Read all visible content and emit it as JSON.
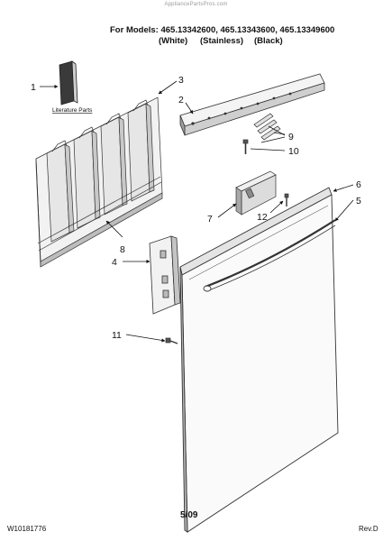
{
  "watermark": "AppliancePartsPros.com",
  "header": {
    "models_line": "For Models: 465.13342600, 465.13343600, 465.13349600",
    "finish_white": "(White)",
    "finish_stainless": "(Stainless)",
    "finish_black": "(Black)"
  },
  "callouts": {
    "c1": "1",
    "c2": "2",
    "c3": "3",
    "c4": "4",
    "c5": "5",
    "c6": "6",
    "c7": "7",
    "c8": "8",
    "c9": "9",
    "c10": "10",
    "c11": "11",
    "c12": "12"
  },
  "literature_label": "Literature Parts",
  "footer": {
    "doc_number": "W10181776",
    "date": "5/09",
    "revision": "Rev.D"
  }
}
